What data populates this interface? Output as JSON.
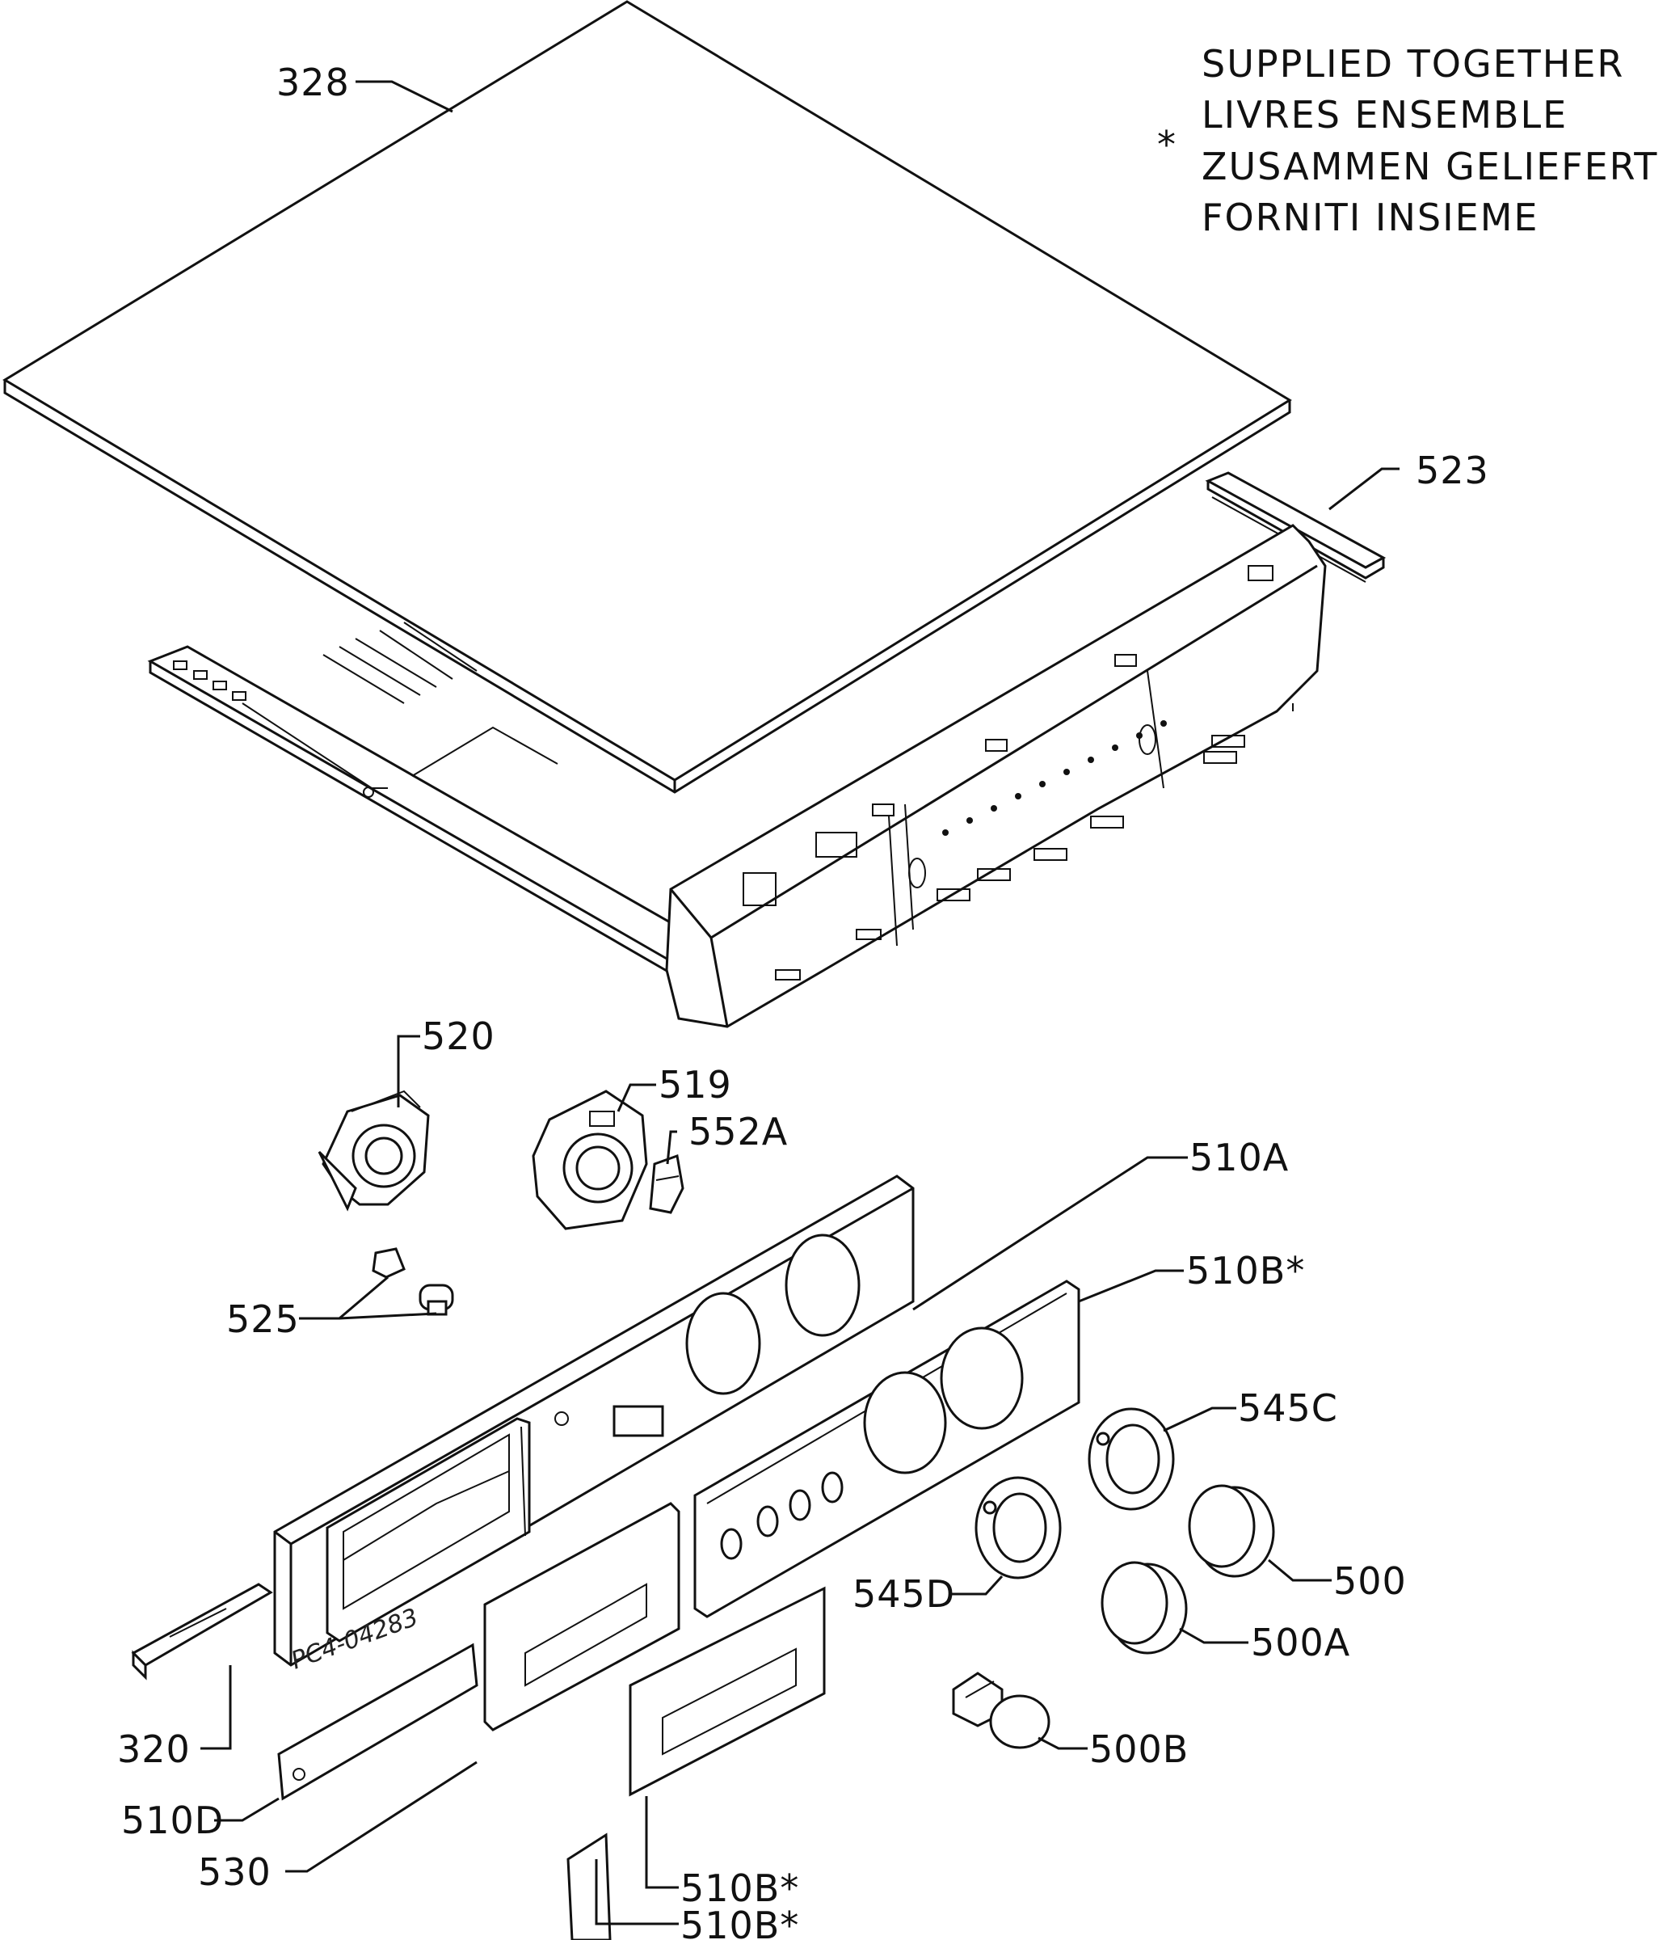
{
  "note": {
    "asterisk": "*",
    "lines": [
      "SUPPLIED TOGETHER",
      "LIVRES ENSEMBLE",
      "ZUSAMMEN GELIEFERT",
      "FORNITI INSIEME"
    ]
  },
  "drawing_code": "PC4-04283",
  "labels": {
    "p328": "328",
    "p523": "523",
    "p520": "520",
    "p519": "519",
    "p552A": "552A",
    "p510A": "510A",
    "p510B_top": "510B*",
    "p525": "525",
    "p545C": "545C",
    "p545D": "545D",
    "p500": "500",
    "p500A": "500A",
    "p500B": "500B",
    "p320": "320",
    "p510D": "510D",
    "p530": "530",
    "p510B_mid": "510B*",
    "p510B_bot": "510B*"
  }
}
